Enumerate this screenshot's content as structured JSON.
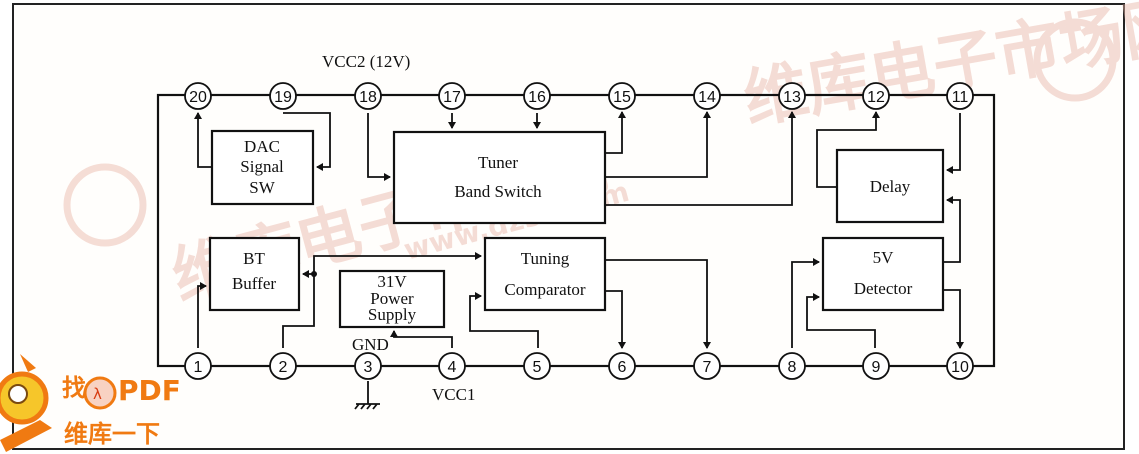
{
  "watermark": {
    "brand_text": "维库电子市场网",
    "site_text": "www.dzsc.com",
    "brand_color": "#e8b5a6"
  },
  "badge": {
    "find_char": "找",
    "pdf_text": "PDF",
    "tagline": "维库一下",
    "color": "#f07a12"
  },
  "power_labels": {
    "vcc2": "VCC2 (12V)",
    "gnd": "GND",
    "vcc1": "VCC1"
  },
  "blocks": {
    "dac": [
      "DAC",
      "Signal",
      "SW"
    ],
    "tuner": [
      "Tuner",
      "Band Switch"
    ],
    "bt": [
      "BT",
      "Buffer"
    ],
    "tuning": [
      "Tuning",
      "Comparator"
    ],
    "power": [
      "31V",
      "Power",
      "Supply"
    ],
    "delay": [
      "Delay"
    ],
    "detector": [
      "5V",
      "Detector"
    ]
  },
  "pins_top": [
    "20",
    "19",
    "18",
    "17",
    "16",
    "15",
    "14",
    "13",
    "12",
    "11"
  ],
  "pins_bottom": [
    "1",
    "2",
    "3",
    "4",
    "5",
    "6",
    "7",
    "8",
    "9",
    "10"
  ],
  "colors": {
    "line": "#111111",
    "background": "#fffefc"
  }
}
